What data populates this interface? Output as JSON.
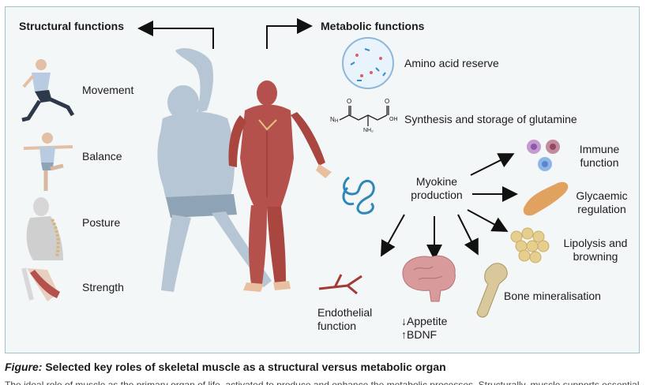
{
  "structural": {
    "header": "Structural functions",
    "items": [
      {
        "label": "Movement",
        "icon": "running-person-icon"
      },
      {
        "label": "Balance",
        "icon": "balancing-person-icon"
      },
      {
        "label": "Posture",
        "icon": "spine-posture-icon"
      },
      {
        "label": "Strength",
        "icon": "arm-muscle-icon"
      }
    ]
  },
  "metabolic": {
    "header": "Metabolic functions",
    "amino": "Amino acid reserve",
    "glutamine": "Synthesis and storage of glutamine",
    "glutamine_atoms": {
      "nitrogen_left": "N",
      "hydrogen_left": "H",
      "o_top_left": "O",
      "o_top_right": "O",
      "oh": "OH",
      "nh2": "NH₂"
    },
    "myokine": {
      "line1": "Myokine",
      "line2": "production"
    },
    "targets": {
      "immune": {
        "line1": "Immune",
        "line2": "function"
      },
      "glycaemic": {
        "line1": "Glycaemic",
        "line2": "regulation"
      },
      "lipolysis": {
        "line1": "Lipolysis and",
        "line2": "browning"
      },
      "bone": "Bone mineralisation",
      "appetite": {
        "line1": "↓Appetite",
        "line2": "↑BDNF"
      },
      "endothelial": {
        "line1": "Endothelial",
        "line2": "function"
      }
    }
  },
  "caption": {
    "prefix": "Figure:",
    "text": " Selected key roles of skeletal muscle as a structural versus metabolic organ"
  },
  "caption_cut": "The ideal role of muscle as the primary organ of life, activated to produce and enhance the metabolic processes. Structurally, muscle supports essential functions",
  "colors": {
    "panel_bg": "#f4f7f8",
    "border": "#9fc4c9",
    "muscle": "#b5514d",
    "body": "#a9bccc",
    "myokine": "#2f86b8",
    "bone": "#d8c89b",
    "brain": "#d99a9b",
    "pancreas": "#e0a25e"
  }
}
